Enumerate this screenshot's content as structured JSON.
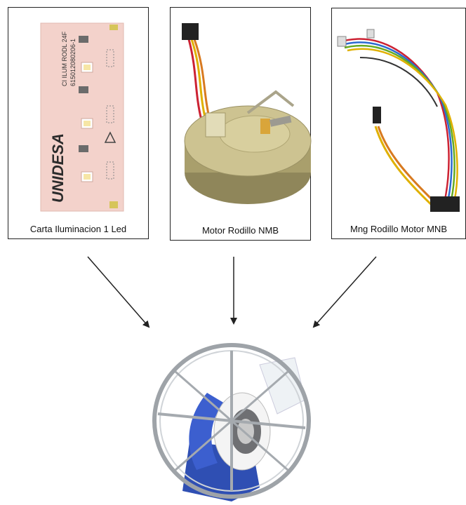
{
  "components": [
    {
      "caption": "Carta Iluminacion 1 Led",
      "board_text": [
        "CI ILUM RODL 24F",
        "615012080206-1"
      ],
      "logo": "UNIDESA"
    },
    {
      "caption": "Motor Rodillo NMB"
    },
    {
      "caption": "Mng Rodillo Motor MNB"
    }
  ],
  "assembly": {
    "name": "roller-assembly"
  }
}
